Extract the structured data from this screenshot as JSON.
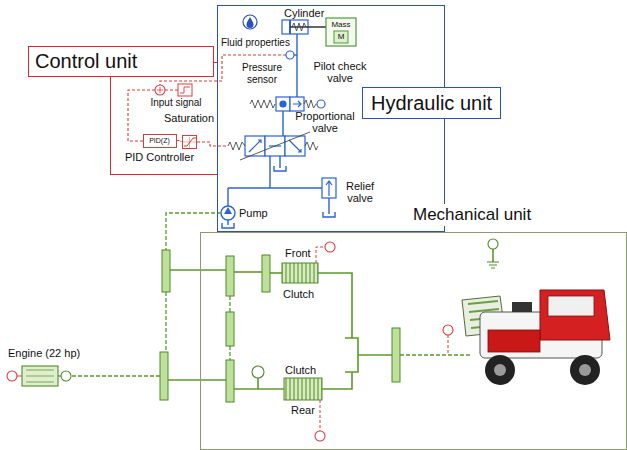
{
  "diagram": {
    "nodes": [
      {
        "text": [
          "Control unit"
        ]
      },
      {
        "text": [
          "PID(Z)",
          "PID Controller"
        ],
        "in": 0
      },
      {
        "text": [
          "Saturation"
        ],
        "in": 0
      },
      {
        "text": [
          "Hydraulic unit"
        ]
      },
      {
        "text": [
          "Mechanical unit"
        ]
      }
    ],
    "edges": [
      {
        "from": 1,
        "to": 2,
        "arrow": "none"
      }
    ],
    "labels": [
      "Cylinder",
      "Mass",
      "M",
      "Fluid properties",
      "Pressure sensor",
      "Pilot check valve",
      "Input signal",
      "Proportional valve",
      "Pump",
      "Relief valve",
      "Engine (22 hp)",
      "Front",
      "Clutch",
      "Clutch",
      "Rear"
    ]
  }
}
